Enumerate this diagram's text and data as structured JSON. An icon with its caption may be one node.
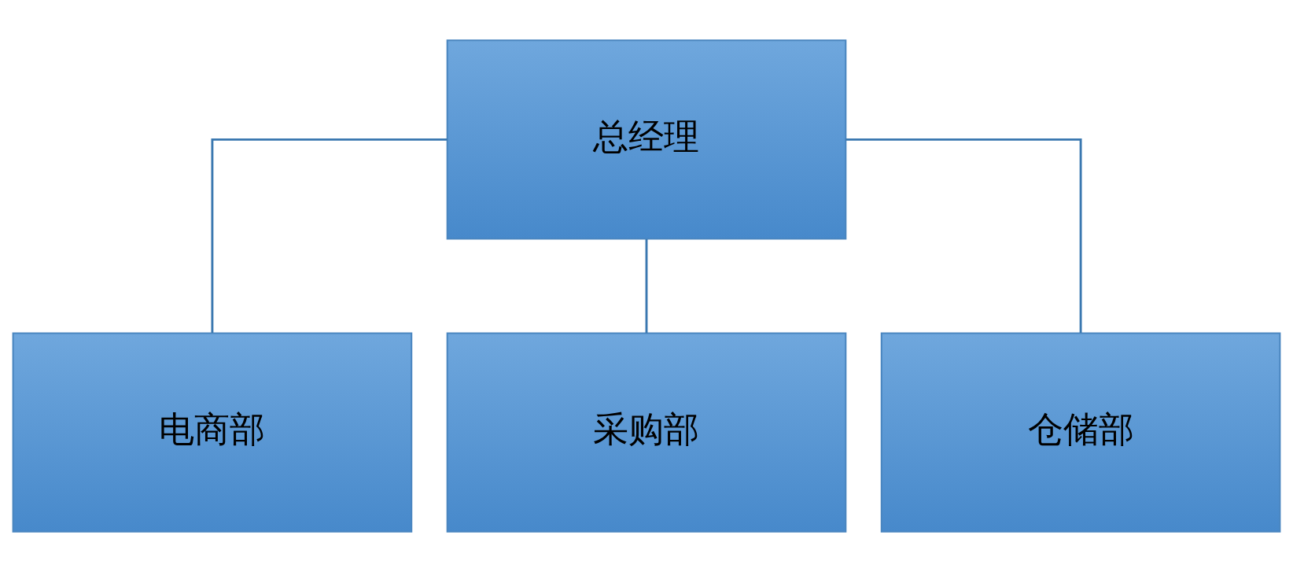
{
  "diagram": {
    "nodes": [
      {
        "text": [
          "总经理"
        ]
      },
      {
        "text": [
          "电商部"
        ]
      },
      {
        "text": [
          "采购部"
        ]
      },
      {
        "text": [
          "仓储部"
        ]
      }
    ],
    "edges": [
      {
        "from": 0,
        "to": 1,
        "arrow": "none"
      },
      {
        "from": 0,
        "to": 2,
        "arrow": "none"
      },
      {
        "from": 0,
        "to": 3,
        "arrow": "none"
      }
    ]
  }
}
